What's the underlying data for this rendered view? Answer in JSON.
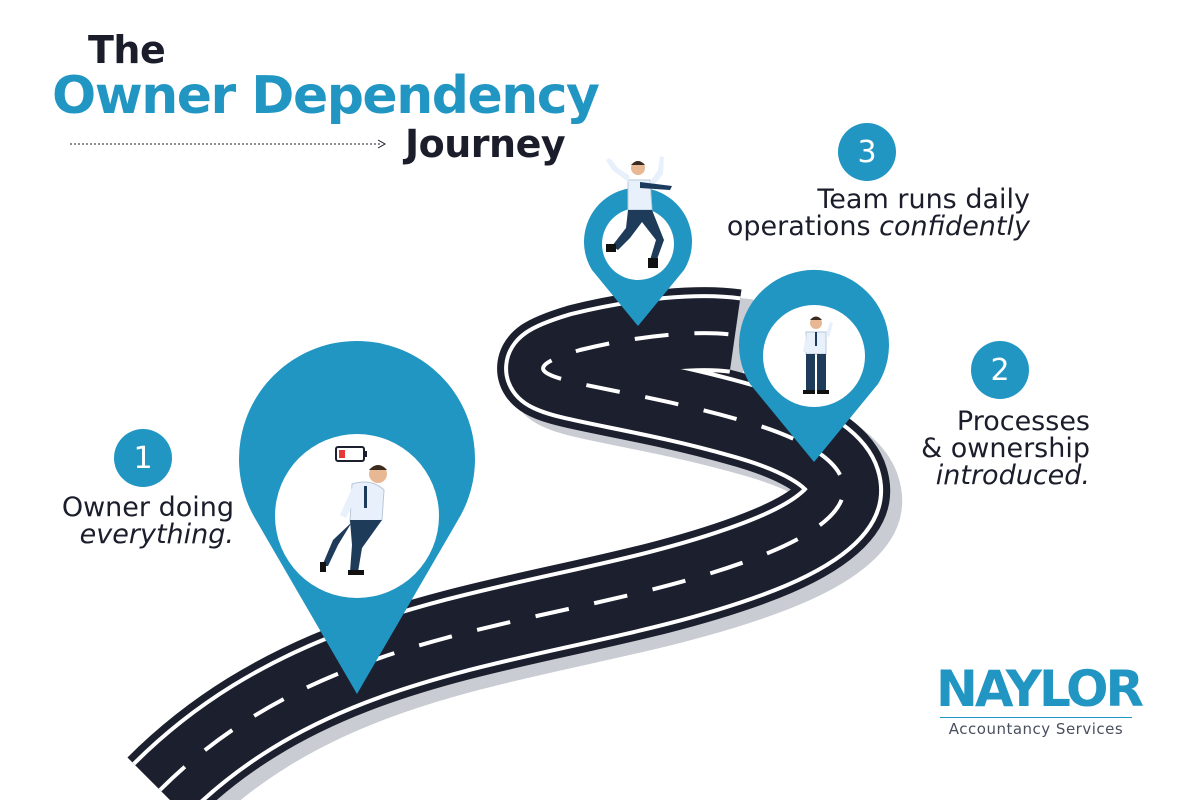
{
  "title": {
    "line1": "The",
    "line2": "Owner Dependency",
    "line3": "Journey"
  },
  "steps": [
    {
      "number": "1",
      "line1": "Owner doing",
      "line2": "everything.",
      "icon": "low-battery-icon"
    },
    {
      "number": "2",
      "line1": "Processes",
      "line2": "& ownership",
      "line3": "introduced."
    },
    {
      "number": "3",
      "line1": "Team runs daily",
      "line2_plain": "operations ",
      "line2_italic": "confidently"
    }
  ],
  "logo": {
    "word": "NAYLOR",
    "subtitle": "Accountancy Services"
  },
  "colors": {
    "accent": "#2196c3",
    "road": "#1c1f2e",
    "text": "#1b1d2b",
    "road_shadow": "#c9ccd3"
  }
}
